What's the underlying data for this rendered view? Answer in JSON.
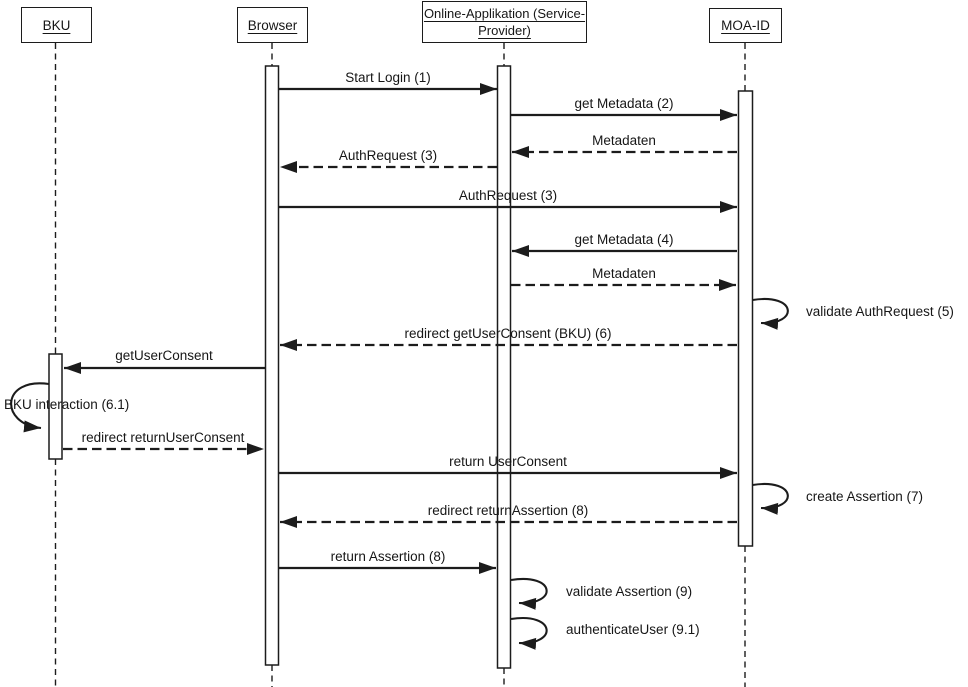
{
  "diagram": {
    "type": "uml-sequence-diagram",
    "background_color": "#ffffff",
    "line_color": "#1c1c1c"
  },
  "actors": [
    {
      "id": "bku",
      "label": "BKU"
    },
    {
      "id": "browser",
      "label": "Browser"
    },
    {
      "id": "service-provider",
      "label": "Online-Applikation (Service-Provider)",
      "label_lines": [
        "Online-Applikation (Service-",
        "Provider)"
      ]
    },
    {
      "id": "moa-id",
      "label": "MOA-ID"
    }
  ],
  "messages": [
    {
      "label": "Start Login (1)",
      "from": "Browser",
      "to": "Online-Applikation (Service-Provider)",
      "style": "solid"
    },
    {
      "label": "get Metadata (2)",
      "from": "Online-Applikation (Service-Provider)",
      "to": "MOA-ID",
      "style": "solid"
    },
    {
      "label": "Metadaten",
      "from": "MOA-ID",
      "to": "Online-Applikation (Service-Provider)",
      "style": "dashed"
    },
    {
      "label": "AuthRequest (3)",
      "from": "Online-Applikation (Service-Provider)",
      "to": "Browser",
      "style": "dashed"
    },
    {
      "label": "AuthRequest (3)",
      "from": "Browser",
      "to": "MOA-ID",
      "style": "solid"
    },
    {
      "label": "get Metadata (4)",
      "from": "MOA-ID",
      "to": "Online-Applikation (Service-Provider)",
      "style": "solid"
    },
    {
      "label": "Metadaten",
      "from": "Online-Applikation (Service-Provider)",
      "to": "MOA-ID",
      "style": "dashed"
    },
    {
      "label": "validate AuthRequest (5)",
      "from": "MOA-ID",
      "to": "MOA-ID",
      "style": "self"
    },
    {
      "label": "redirect getUserConsent (BKU) (6)",
      "from": "MOA-ID",
      "to": "Browser",
      "style": "dashed"
    },
    {
      "label": "getUserConsent",
      "from": "Browser",
      "to": "BKU",
      "style": "solid"
    },
    {
      "label": "BKU interaction (6.1)",
      "from": "BKU",
      "to": "BKU",
      "style": "self"
    },
    {
      "label": "redirect returnUserConsent",
      "from": "BKU",
      "to": "Browser",
      "style": "dashed"
    },
    {
      "label": "return UserConsent",
      "from": "Browser",
      "to": "MOA-ID",
      "style": "solid"
    },
    {
      "label": "create Assertion (7)",
      "from": "MOA-ID",
      "to": "MOA-ID",
      "style": "self"
    },
    {
      "label": "redirect returnAssertion (8)",
      "from": "MOA-ID",
      "to": "Browser",
      "style": "dashed"
    },
    {
      "label": "return Assertion (8)",
      "from": "Browser",
      "to": "Online-Applikation (Service-Provider)",
      "style": "solid"
    },
    {
      "label": "validate Assertion (9)",
      "from": "Online-Applikation (Service-Provider)",
      "to": "Online-Applikation (Service-Provider)",
      "style": "self"
    },
    {
      "label": "authenticateUser (9.1)",
      "from": "Online-Applikation (Service-Provider)",
      "to": "Online-Applikation (Service-Provider)",
      "style": "self"
    }
  ]
}
